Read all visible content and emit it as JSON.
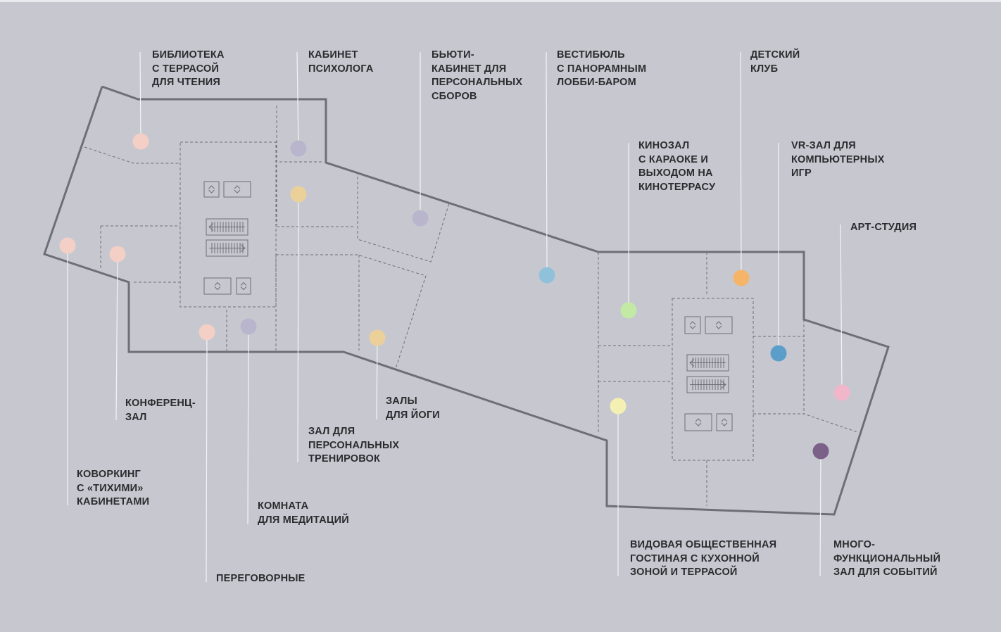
{
  "title": "",
  "colors": {
    "background": "#c7c8cf",
    "wall": "#6e6f76",
    "partition": "#6e6f76",
    "leader": "#f4f4f7"
  },
  "zones": [
    {
      "id": "library",
      "lines": [
        "БИБЛИОТЕКА",
        "С ТЕРРАСОЙ",
        "ДЛЯ ЧТЕНИЯ"
      ],
      "color": "#f3cfc6"
    },
    {
      "id": "psychologist",
      "lines": [
        "КАБИНЕТ",
        "ПСИХОЛОГА"
      ],
      "color": "#b9b5cc"
    },
    {
      "id": "beauty",
      "lines": [
        "БЬЮТИ-",
        "КАБИНЕТ ДЛЯ",
        "ПЕРСОНАЛЬНЫХ",
        "СБОРОВ"
      ],
      "color": "#b9b5cc"
    },
    {
      "id": "lobby",
      "lines": [
        "ВЕСТИБЮЛЬ",
        "С ПАНОРАМНЫМ",
        "ЛОББИ-БАРОМ"
      ],
      "color": "#8fc1da"
    },
    {
      "id": "kids",
      "lines": [
        "ДЕТСКИЙ",
        "КЛУБ"
      ],
      "color": "#f6b468"
    },
    {
      "id": "cinema",
      "lines": [
        "КИНОЗАЛ",
        "С КАРАОКЕ И",
        "ВЫХОДОМ НА",
        "КИНОТЕРРАСУ"
      ],
      "color": "#c2eaa4"
    },
    {
      "id": "vr",
      "lines": [
        "VR-ЗАЛ ДЛЯ",
        "КОМПЬЮТЕРНЫХ",
        "ИГР"
      ],
      "color": "#5a9ec9"
    },
    {
      "id": "art",
      "lines": [
        "АРТ-СТУДИЯ"
      ],
      "color": "#f2b6ca"
    },
    {
      "id": "conference",
      "lines": [
        "КОНФЕРЕНЦ-",
        "ЗАЛ"
      ],
      "color": "#f3cfc6"
    },
    {
      "id": "coworking",
      "lines": [
        "КОВОРКИНГ",
        "С «ТИХИМИ»",
        "КАБИНЕТАМИ"
      ],
      "color": "#f3cfc6"
    },
    {
      "id": "meeting",
      "lines": [
        "ПЕРЕГОВОРНЫЕ"
      ],
      "color": "#f3cfc6"
    },
    {
      "id": "meditation",
      "lines": [
        "КОМНАТА",
        "ДЛЯ МЕДИТАЦИЙ"
      ],
      "color": "#b9b5cc"
    },
    {
      "id": "training",
      "lines": [
        "ЗАЛ ДЛЯ",
        "ПЕРСОНАЛЬНЫХ",
        "ТРЕНИРОВОК"
      ],
      "color": "#ebd09a"
    },
    {
      "id": "yoga",
      "lines": [
        "ЗАЛЫ",
        "ДЛЯ ЙОГИ"
      ],
      "color": "#ebd09a"
    },
    {
      "id": "lounge",
      "lines": [
        "ВИДОВАЯ ОБЩЕСТВЕННАЯ",
        "ГОСТИНАЯ С КУХОННОЙ",
        "ЗОНОЙ И ТЕРРАСОЙ"
      ],
      "color": "#f4f0b4"
    },
    {
      "id": "events",
      "lines": [
        "МНОГО-",
        "ФУНКЦИОНАЛЬНЫЙ",
        "ЗАЛ ДЛЯ СОБЫТИЙ"
      ],
      "color": "#7b6088"
    }
  ]
}
